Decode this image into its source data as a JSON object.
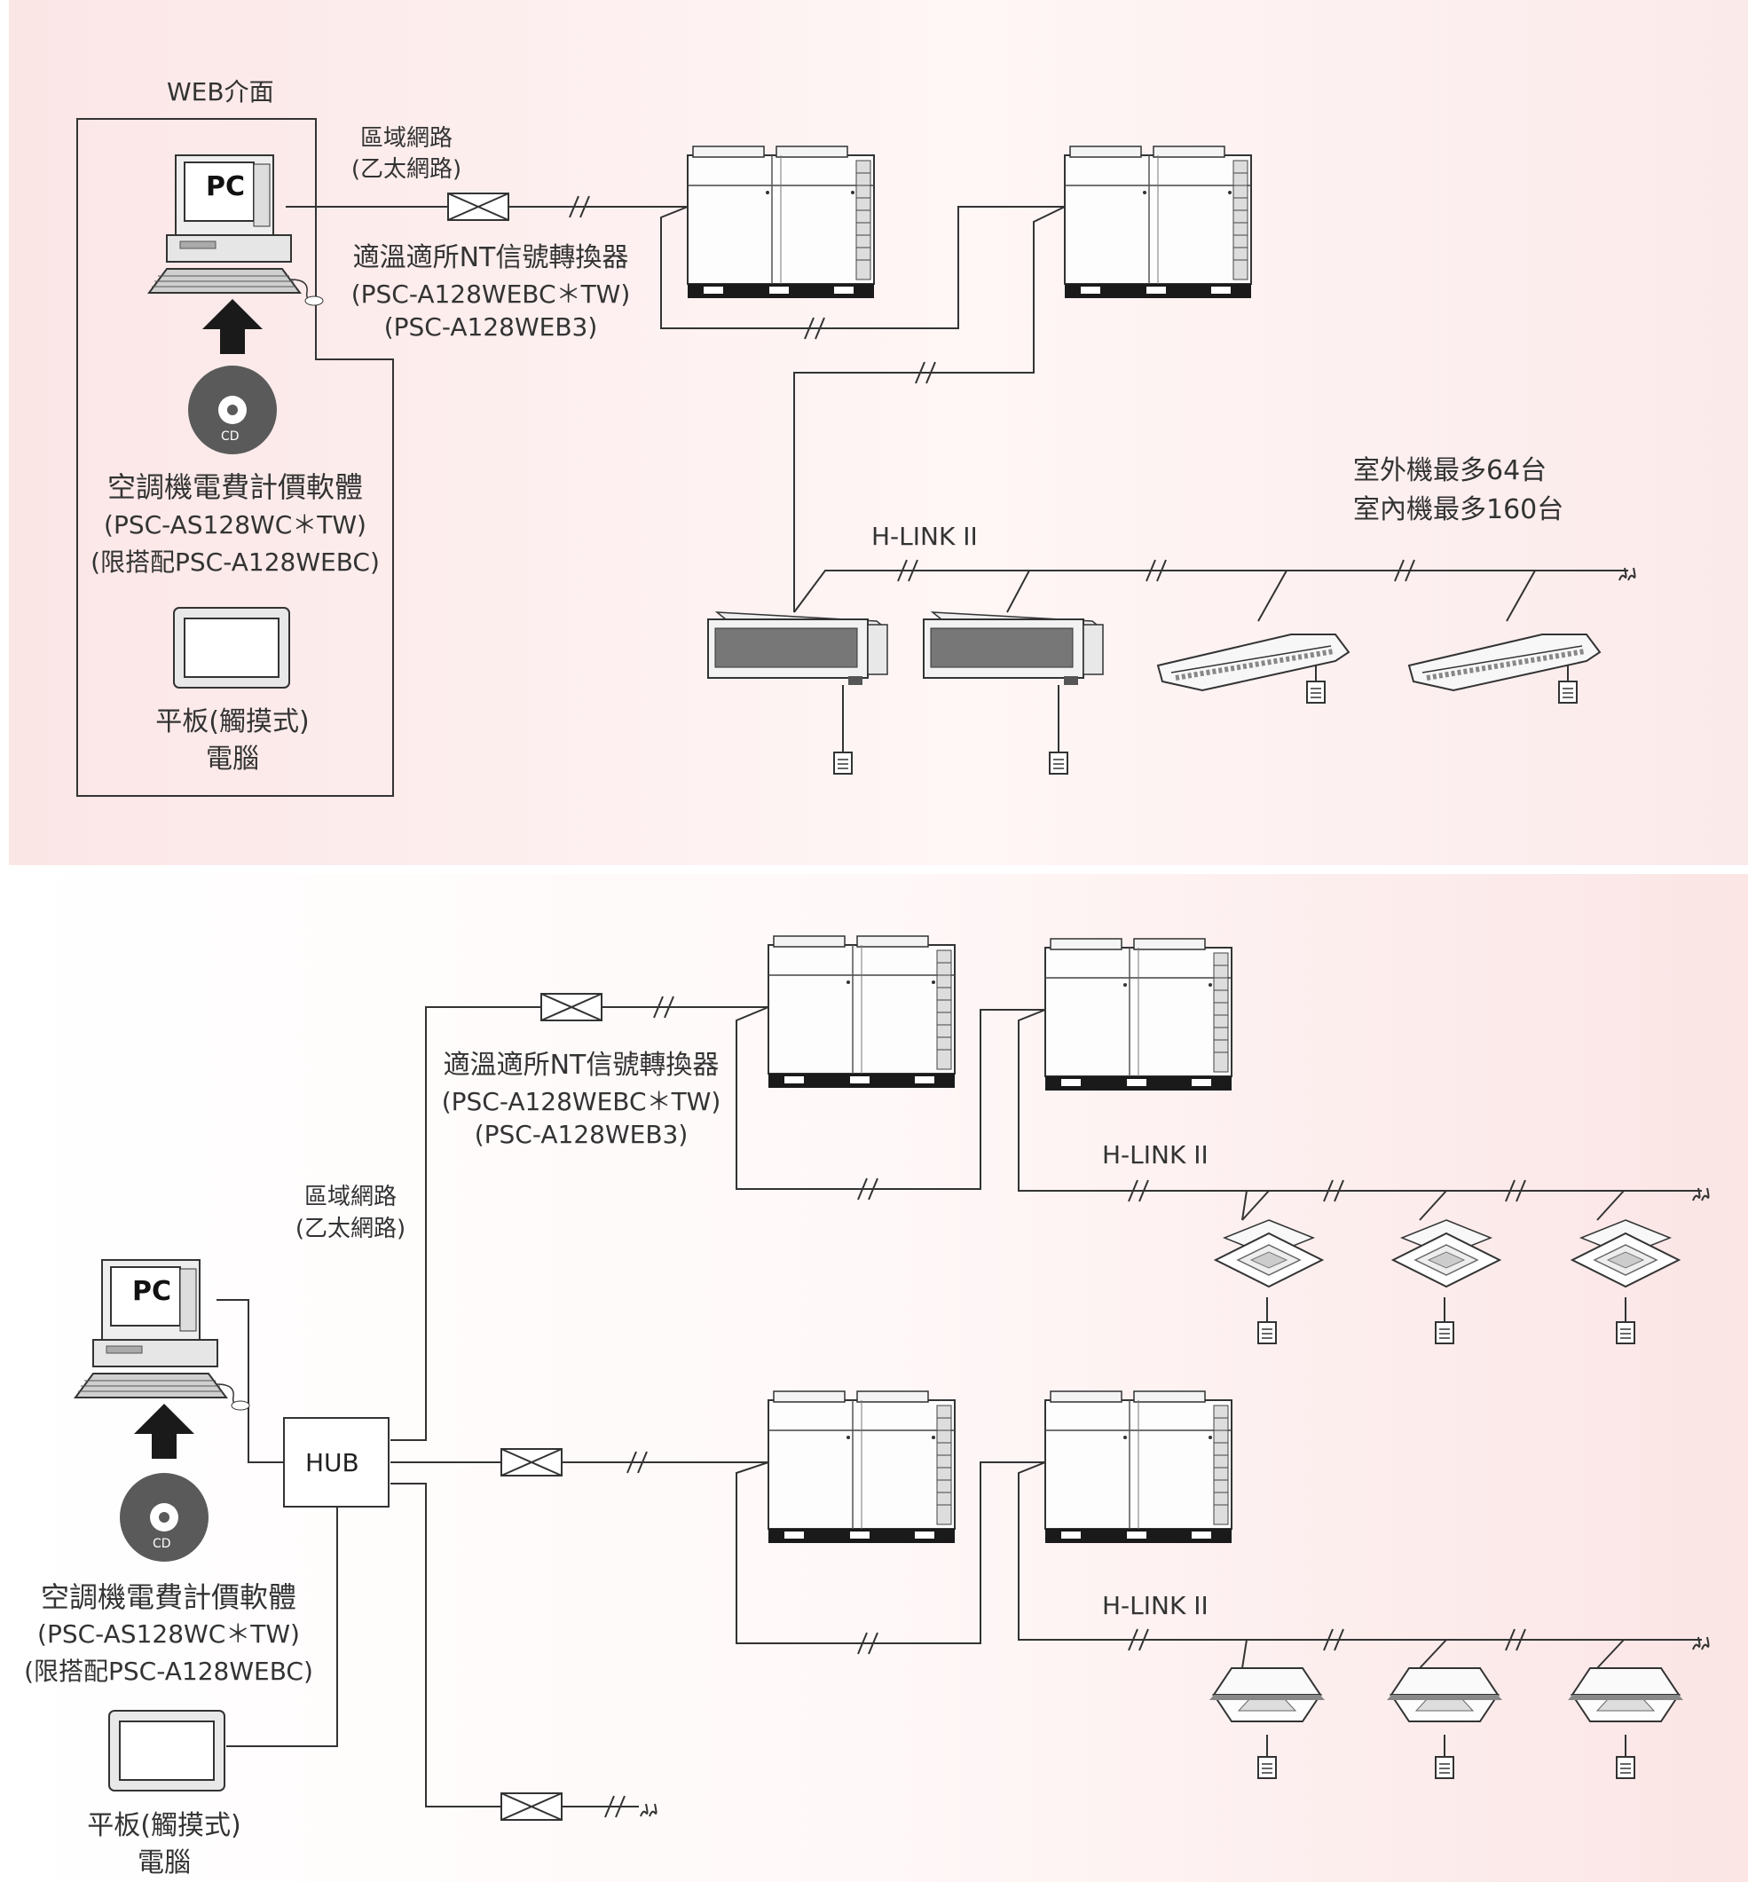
{
  "top": {
    "web_title": "WEB介面",
    "lan_line1": "區域網路",
    "lan_line2": "(乙太網路)",
    "converter_name": "適溫適所NT信號轉換器",
    "converter_model1": "(PSC-A128WEBC＊TW)",
    "converter_model2": "(PSC-A128WEB3)",
    "pc_label": "PC",
    "cd_label": "CD",
    "software_name": "空調機電費計價軟體",
    "software_model": "(PSC-AS128WC＊TW)",
    "software_note": "(限搭配PSC-A128WEBC)",
    "tablet_line1": "平板(觸摸式)",
    "tablet_line2": "電腦",
    "capacity_line1": "室外機最多64台",
    "capacity_line2": "室內機最多160台",
    "hlink_label": "H-LINK II"
  },
  "bottom": {
    "converter_name": "適溫適所NT信號轉換器",
    "converter_model1": "(PSC-A128WEBC＊TW)",
    "converter_model2": "(PSC-A128WEB3)",
    "lan_line1": "區域網路",
    "lan_line2": "(乙太網路)",
    "pc_label": "PC",
    "cd_label": "CD",
    "hub_label": "HUB",
    "software_name": "空調機電費計價軟體",
    "software_model": "(PSC-AS128WC＊TW)",
    "software_note": "(限搭配PSC-A128WEBC)",
    "tablet_line1": "平板(觸摸式)",
    "tablet_line2": "電腦",
    "hlink_label_1": "H-LINK II",
    "hlink_label_2": "H-LINK II"
  }
}
